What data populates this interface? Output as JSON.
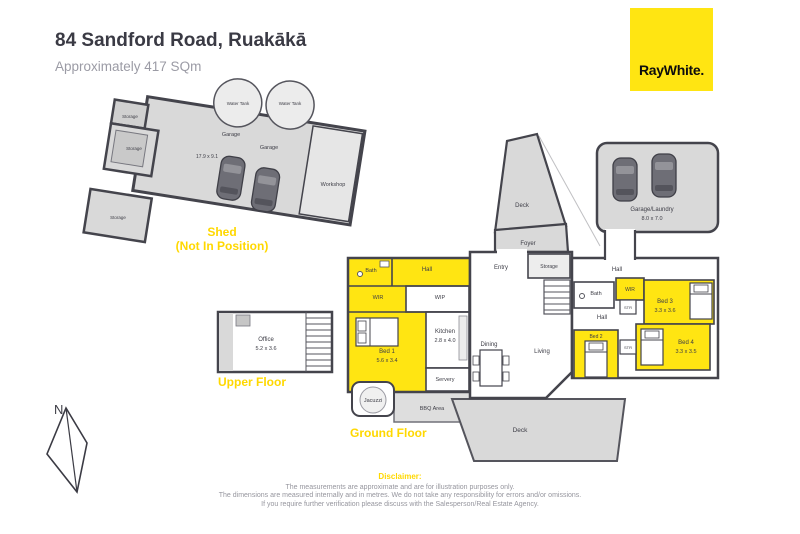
{
  "header": {
    "title": "84 Sandford Road, Ruakākā",
    "subtitle": "Approximately 417 SQm"
  },
  "logo": {
    "text": "RayWhite."
  },
  "colors": {
    "brand_yellow": "#FFE512",
    "room_highlight_yellow": "#FFE512",
    "label_yellow": "#FFD800",
    "wall_dark": "#44444C",
    "deck_gray": "#D9D9D9"
  },
  "north_label": "N",
  "shed": {
    "title_line1": "Shed",
    "title_line2": "(Not In Position)",
    "water_tank_1": "Water Tank",
    "water_tank_2": "Water Tank",
    "storage_1": "Storage",
    "storage_2": "Storage",
    "storage_3": "Storage",
    "garage_1": "Garage",
    "garage_2": "Garage",
    "garage_dims": "17.9 x 9.1",
    "workshop": "Workshop"
  },
  "upper_floor": {
    "title": "Upper Floor",
    "office": "Office",
    "office_dims": "5.2 x 3.6"
  },
  "ground_floor": {
    "title": "Ground Floor",
    "deck_top": "Deck",
    "foyer": "Foyer",
    "garage_laundry": "Garage/Laundry",
    "garage_laundry_dims": "8.0 x 7.0",
    "entry": "Entry",
    "storage": "Storage",
    "bath_left": "Bath",
    "hall_left": "Hall",
    "wir_left": "WIR",
    "wip": "WIP",
    "bed1": "Bed 1",
    "bed1_dims": "5.6 x 3.4",
    "kitchen": "Kitchen",
    "kitchen_dims": "2.8 x 4.0",
    "servery": "Servery",
    "dining": "Dining",
    "living": "Living",
    "hall_top_right": "Hall",
    "bath_right": "Bath",
    "hall_right": "Hall",
    "wir_right": "WIR",
    "str_1": "STR",
    "str_2": "STR",
    "bed2": "Bed 2",
    "bed3": "Bed 3",
    "bed3_dims": "3.3 x 3.6",
    "bed4": "Bed 4",
    "bed4_dims": "3.3 x 3.5",
    "jacuzzi": "Jacuzzi",
    "bbq_area": "BBQ Area",
    "deck_bottom": "Deck"
  },
  "disclaimer": {
    "title": "Disclaimer:",
    "line1": "The measurements are approximate and are for illustration purposes only.",
    "line2": "The dimensions are measured internally and in metres. We do not take any responsibility for errors and/or omissions.",
    "line3": "If you require further verification please discuss with the Salesperson/Real Estate Agency."
  }
}
